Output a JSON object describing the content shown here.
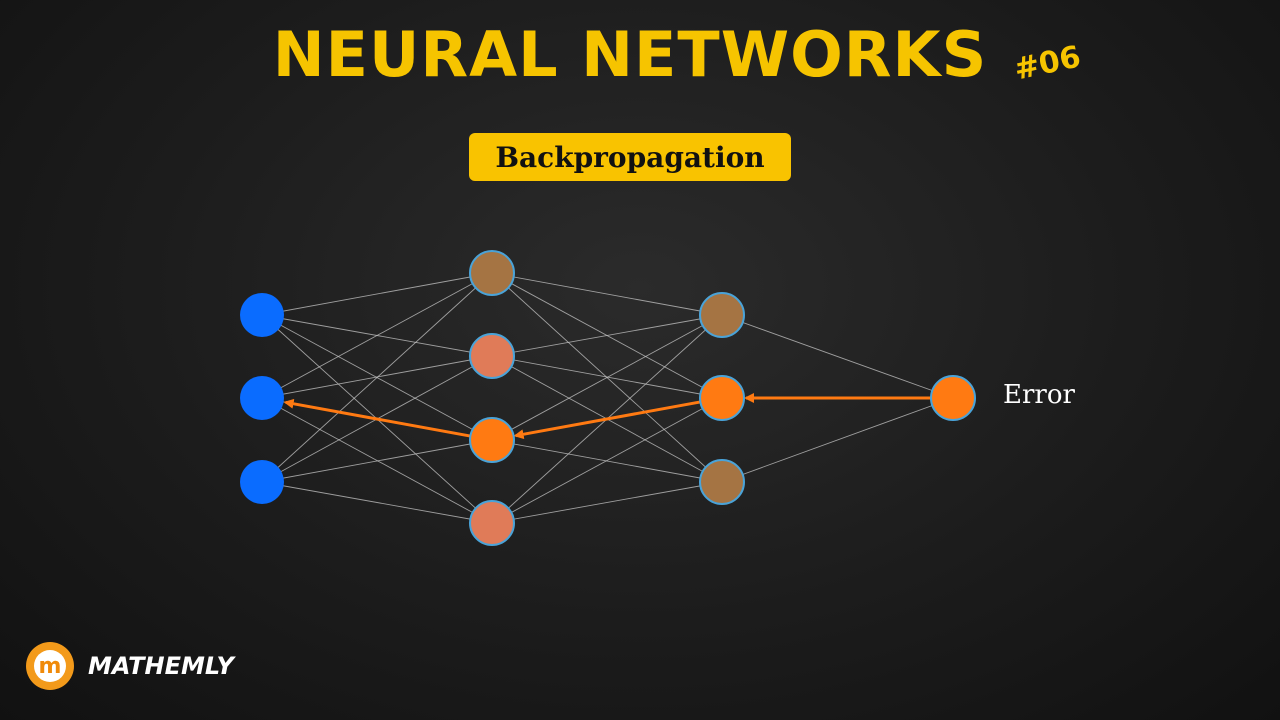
{
  "title": "NEURAL NETWORKS",
  "episode": "#06",
  "subtitle": "Backpropagation",
  "error_label": "Error",
  "brand": {
    "mark_letter": "m",
    "name": "MATHEMLY"
  },
  "colors": {
    "accent_yellow": "#f6c400",
    "input_node": "#0a6cff",
    "node_brown": "#a57443",
    "node_salmon": "#e07b58",
    "node_orange": "#ff7a12",
    "arrow": "#ff7a12",
    "node_border": "#4aa3d8",
    "connection": "#c8c8c8"
  },
  "network": {
    "layers": [
      {
        "nodes": [
          "input",
          "input",
          "input"
        ]
      },
      {
        "nodes": [
          "brown",
          "salmon",
          "orange",
          "salmon"
        ]
      },
      {
        "nodes": [
          "brown",
          "orange",
          "brown"
        ]
      },
      {
        "nodes": [
          "orange"
        ]
      }
    ],
    "backprop_path": [
      {
        "layer": 3,
        "node": 0
      },
      {
        "layer": 2,
        "node": 1
      },
      {
        "layer": 1,
        "node": 2
      },
      {
        "layer": 0,
        "node": 1
      }
    ]
  }
}
